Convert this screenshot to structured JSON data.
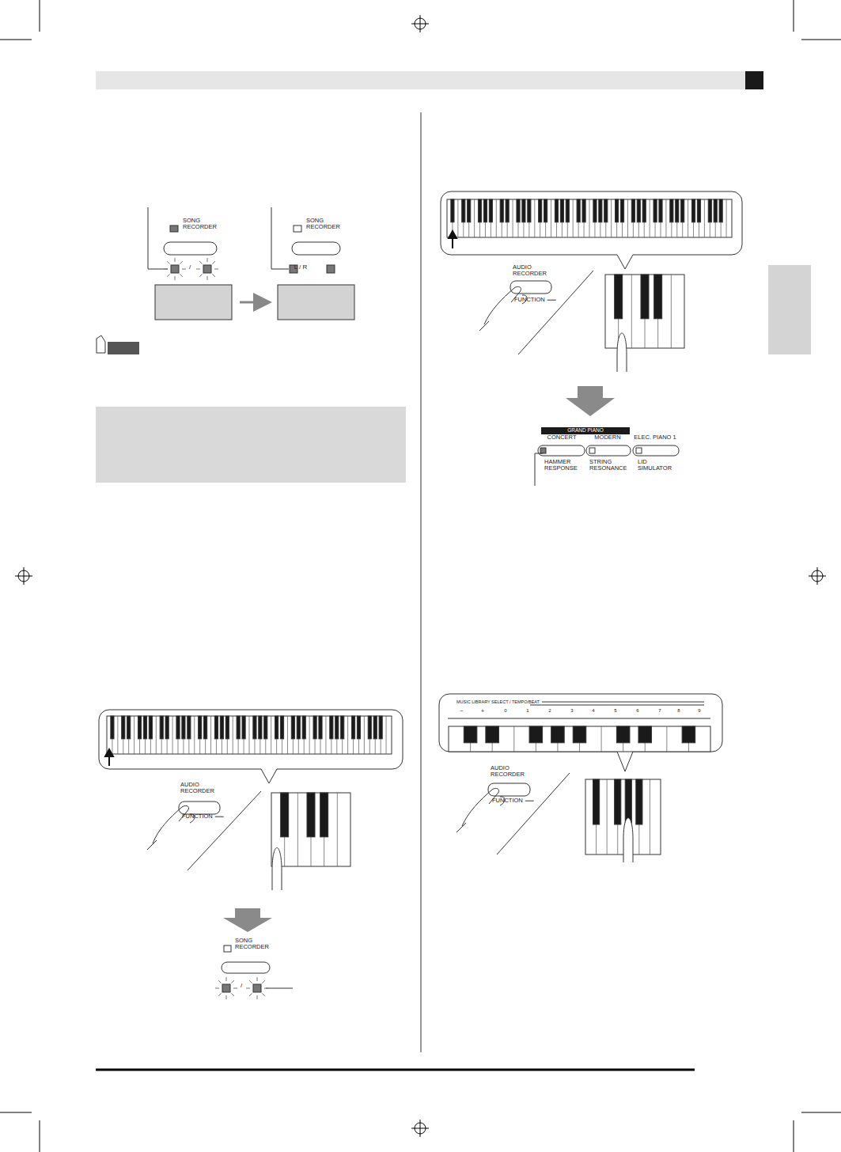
{
  "diagram": {
    "labels": [
      "SONG RECORDER",
      "/",
      "SONG RECORDER",
      "L / R",
      "AUDIO RECORDER",
      "FUNCTION",
      "GRAND PIANO",
      "CONCERT",
      "MODERN",
      "ELEC. PIANO 1",
      "HAMMER RESPONSE",
      "STRING RESONANCE",
      "LID SIMULATOR",
      "AUDIO RECORDER",
      "FUNCTION",
      "SONG RECORDER",
      "/",
      "MUSIC LIBRARY SELECT / TEMPO/BEAT",
      "−",
      "+",
      "0",
      "1",
      "2",
      "3",
      "4",
      "5",
      "6",
      "7",
      "8",
      "9",
      "AUDIO RECORDER",
      "FUNCTION"
    ]
  }
}
